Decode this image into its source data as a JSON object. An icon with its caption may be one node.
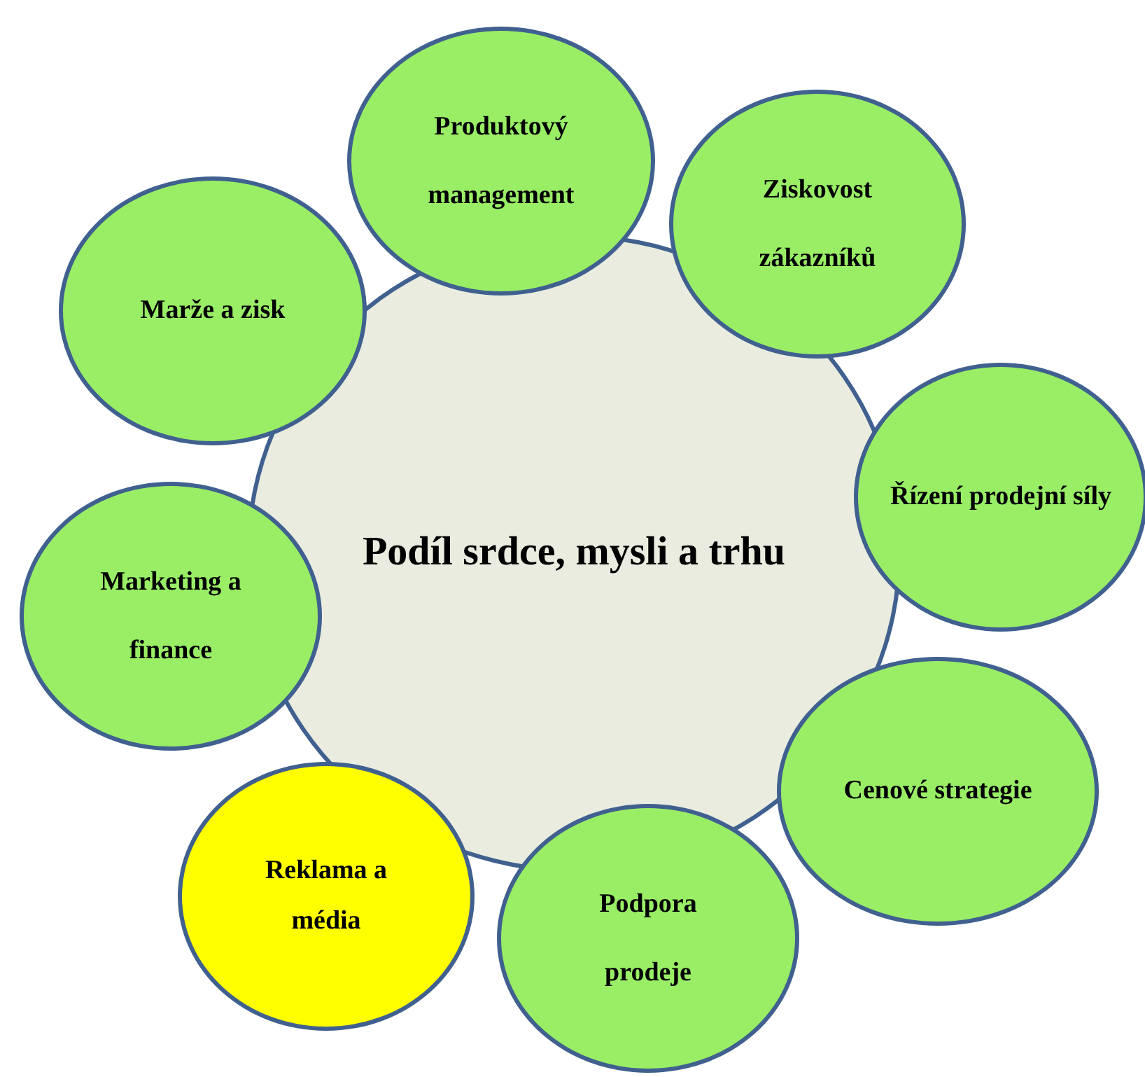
{
  "diagram": {
    "nodes": [
      {
        "text": [
          "Podíl srdce, mysli a trhu"
        ]
      },
      {
        "text": [
          "Produktový management"
        ]
      },
      {
        "text": [
          "Ziskovost zákazníků"
        ]
      },
      {
        "text": [
          "Řízení prodejní síly"
        ]
      },
      {
        "text": [
          "Cenové strategie"
        ]
      },
      {
        "text": [
          "Podpora prodeje"
        ]
      },
      {
        "text": [
          "Reklama a média"
        ]
      },
      {
        "text": [
          "Marketing a finance"
        ]
      },
      {
        "text": [
          "Marže a zisk"
        ]
      }
    ]
  }
}
